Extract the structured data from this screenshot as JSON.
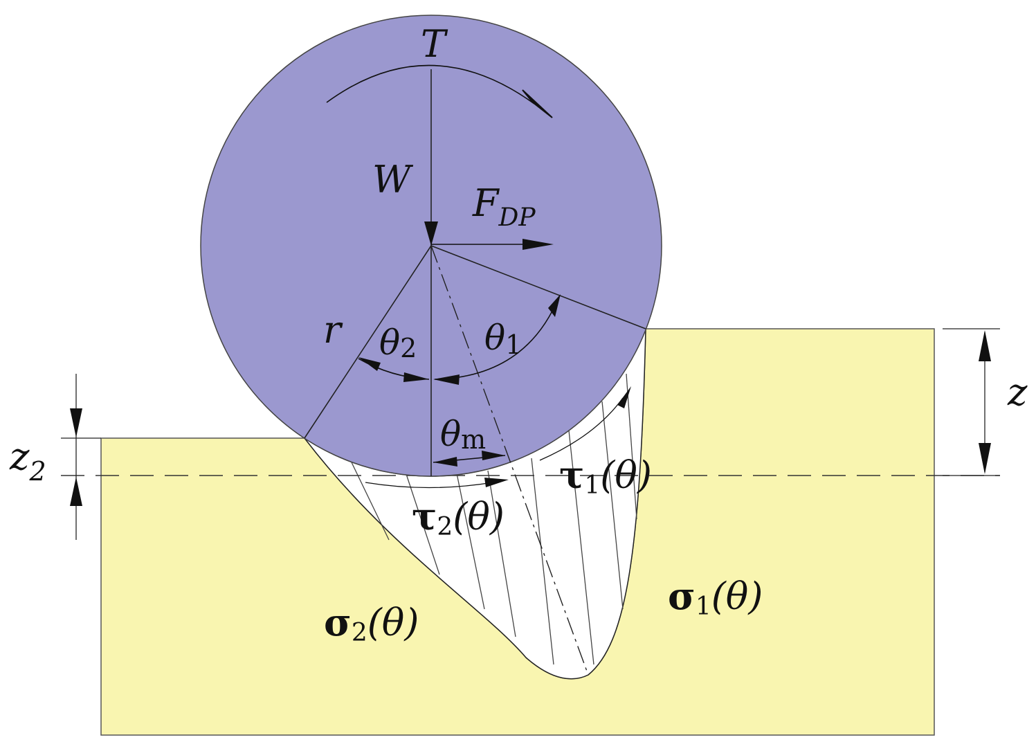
{
  "labels": {
    "torque": "T",
    "load": "W",
    "force": "F",
    "force_sub": "DP",
    "radius": "r",
    "theta1": "θ",
    "theta1_sub": "1",
    "theta2": "θ",
    "theta2_sub": "2",
    "theta_m": "θ",
    "theta_m_sub": "m",
    "depth": "z",
    "depth2": "z",
    "depth2_sub": "2",
    "tau1": "τ",
    "tau1_sub": "1",
    "tau1_arg": "(θ)",
    "tau2": "τ",
    "tau2_sub": "2",
    "tau2_arg": "(θ)",
    "sigma1": "σ",
    "sigma1_sub": "1",
    "sigma1_arg": "(θ)",
    "sigma2": "σ",
    "sigma2_sub": "2",
    "sigma2_arg": "(θ)"
  },
  "colors": {
    "sphere": "#9b98cf",
    "substrate": "#f9f5b0",
    "groove": "#ffffff",
    "line": "#111111"
  }
}
